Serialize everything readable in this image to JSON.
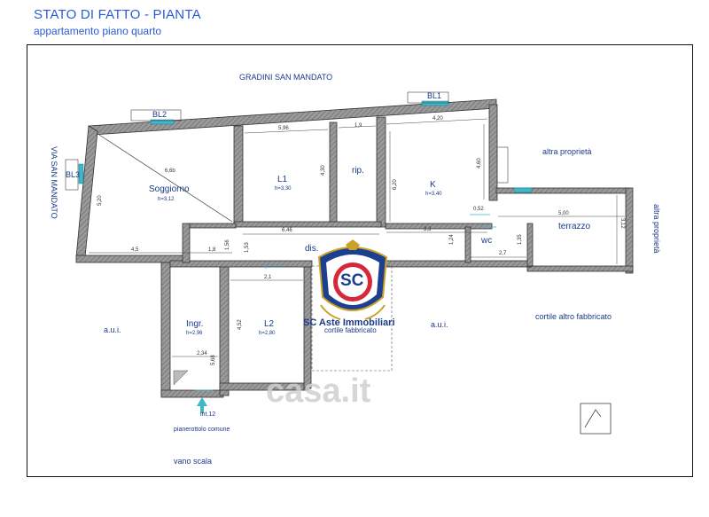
{
  "header": {
    "title": "STATO DI FATTO - PIANTA",
    "subtitle": "appartamento piano quarto"
  },
  "labels": {
    "street_top": "GRADINI SAN MANDATO",
    "street_left": "VIA SAN MANDATO",
    "altra_proprieta": "altra proprietà",
    "altra_proprieta_right": "altra proprietà",
    "aui_left": "a.u.i.",
    "aui_right": "a.u.i.",
    "cortile_altro": "cortile altro fabbricato",
    "cortile_fabbricato": "cortile fabbricato",
    "int": "int.12",
    "pianerottolo": "pianerottolo comune",
    "vano_scala": "vano scala",
    "bl1": "BL1",
    "bl2": "BL2",
    "bl3": "BL3"
  },
  "rooms": {
    "soggiorno": {
      "name": "Soggiorno",
      "h": "h=3,12"
    },
    "l1": {
      "name": "L1",
      "h": "h=3,30"
    },
    "rip": {
      "name": "rip."
    },
    "k": {
      "name": "K",
      "h": "h=3,40"
    },
    "dis": {
      "name": "dis."
    },
    "wc": {
      "name": "wc"
    },
    "terrazzo": {
      "name": "terrazzo"
    },
    "ingr": {
      "name": "Ingr.",
      "h": "h=2,96"
    },
    "l2": {
      "name": "L2",
      "h": "h=2,80"
    }
  },
  "dimensions": {
    "d_596": "5,96",
    "d_19": "1,9",
    "d_420": "4,20",
    "d_669": "6,6b",
    "d_520": "5,20",
    "d_430": "4,30",
    "d_620": "6,20",
    "d_460": "4,60",
    "d_052": "0,52",
    "d_500": "5,00",
    "d_312": "3,12",
    "d_45": "4,5",
    "d_18": "1,8",
    "d_156": "1,56",
    "d_153": "1,53",
    "d_646": "6,46",
    "d_33": "3,3",
    "d_124": "1,24",
    "d_27": "2,7",
    "d_135": "1,35",
    "d_21": "2,1",
    "d_452": "4,52",
    "d_234": "2,34",
    "d_568": "5,68"
  },
  "logo": {
    "monogram": "SC",
    "text": "SC Aste Immobiliari"
  },
  "watermark": {
    "text": "casa.it"
  },
  "colors": {
    "wall": "#8a8a8a",
    "wall_edge": "#333333",
    "window": "#3fb6c9",
    "text": "#1a3a8a",
    "title": "#2a5bd7"
  }
}
